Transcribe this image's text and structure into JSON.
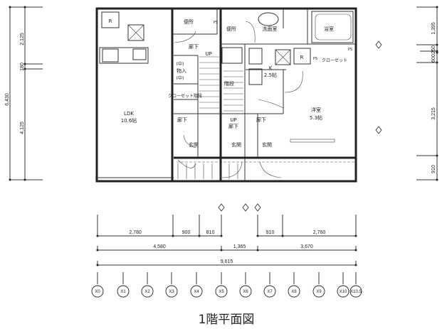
{
  "title": "1階平面図",
  "rooms": {
    "ldk": "LDK",
    "ldk_area": "10.6帖",
    "toilet1": "便所",
    "toilet2": "便所",
    "ps1": "PS",
    "washroom": "洗面室",
    "bath": "浴室",
    "hall_top": "廊下",
    "up1": "UP",
    "storage": "物入",
    "storage_mid1": "(中)",
    "storage_mid2": "(中)",
    "closet_stairs": "クローゼット階段",
    "stairs": "階段",
    "kitchen": "K",
    "kitchen_area": "2.5帖",
    "r1": "R",
    "r2": "R",
    "ps2": "PS",
    "ps3": "PS",
    "closet": "クローゼット",
    "hall_left": "廊下",
    "up2": "UP",
    "hall_mid": "廊下",
    "hall_right": "廊下",
    "western": "洋室",
    "western_area": "5.3帖",
    "entry1": "玄関",
    "entry2": "玄関",
    "entry3": "玄関"
  },
  "dims_left": {
    "total": "6,430",
    "upper": "2,125",
    "mid": "180",
    "lower": "4,125"
  },
  "dims_right": {
    "d1": "1,395",
    "d2": "250",
    "d3": "600",
    "d4": "3,215",
    "d5": "910"
  },
  "dims_bottom": {
    "row1": [
      "2,780",
      "900",
      "810",
      "910",
      "2,760"
    ],
    "row2": [
      "4,580",
      "1,365",
      "3,670"
    ],
    "row3": "9,615"
  },
  "grid_axes": [
    "X0",
    "X1",
    "X2",
    "X3",
    "X4",
    "X5",
    "X6",
    "X7",
    "X8",
    "X9",
    "X10",
    "X10.5"
  ]
}
